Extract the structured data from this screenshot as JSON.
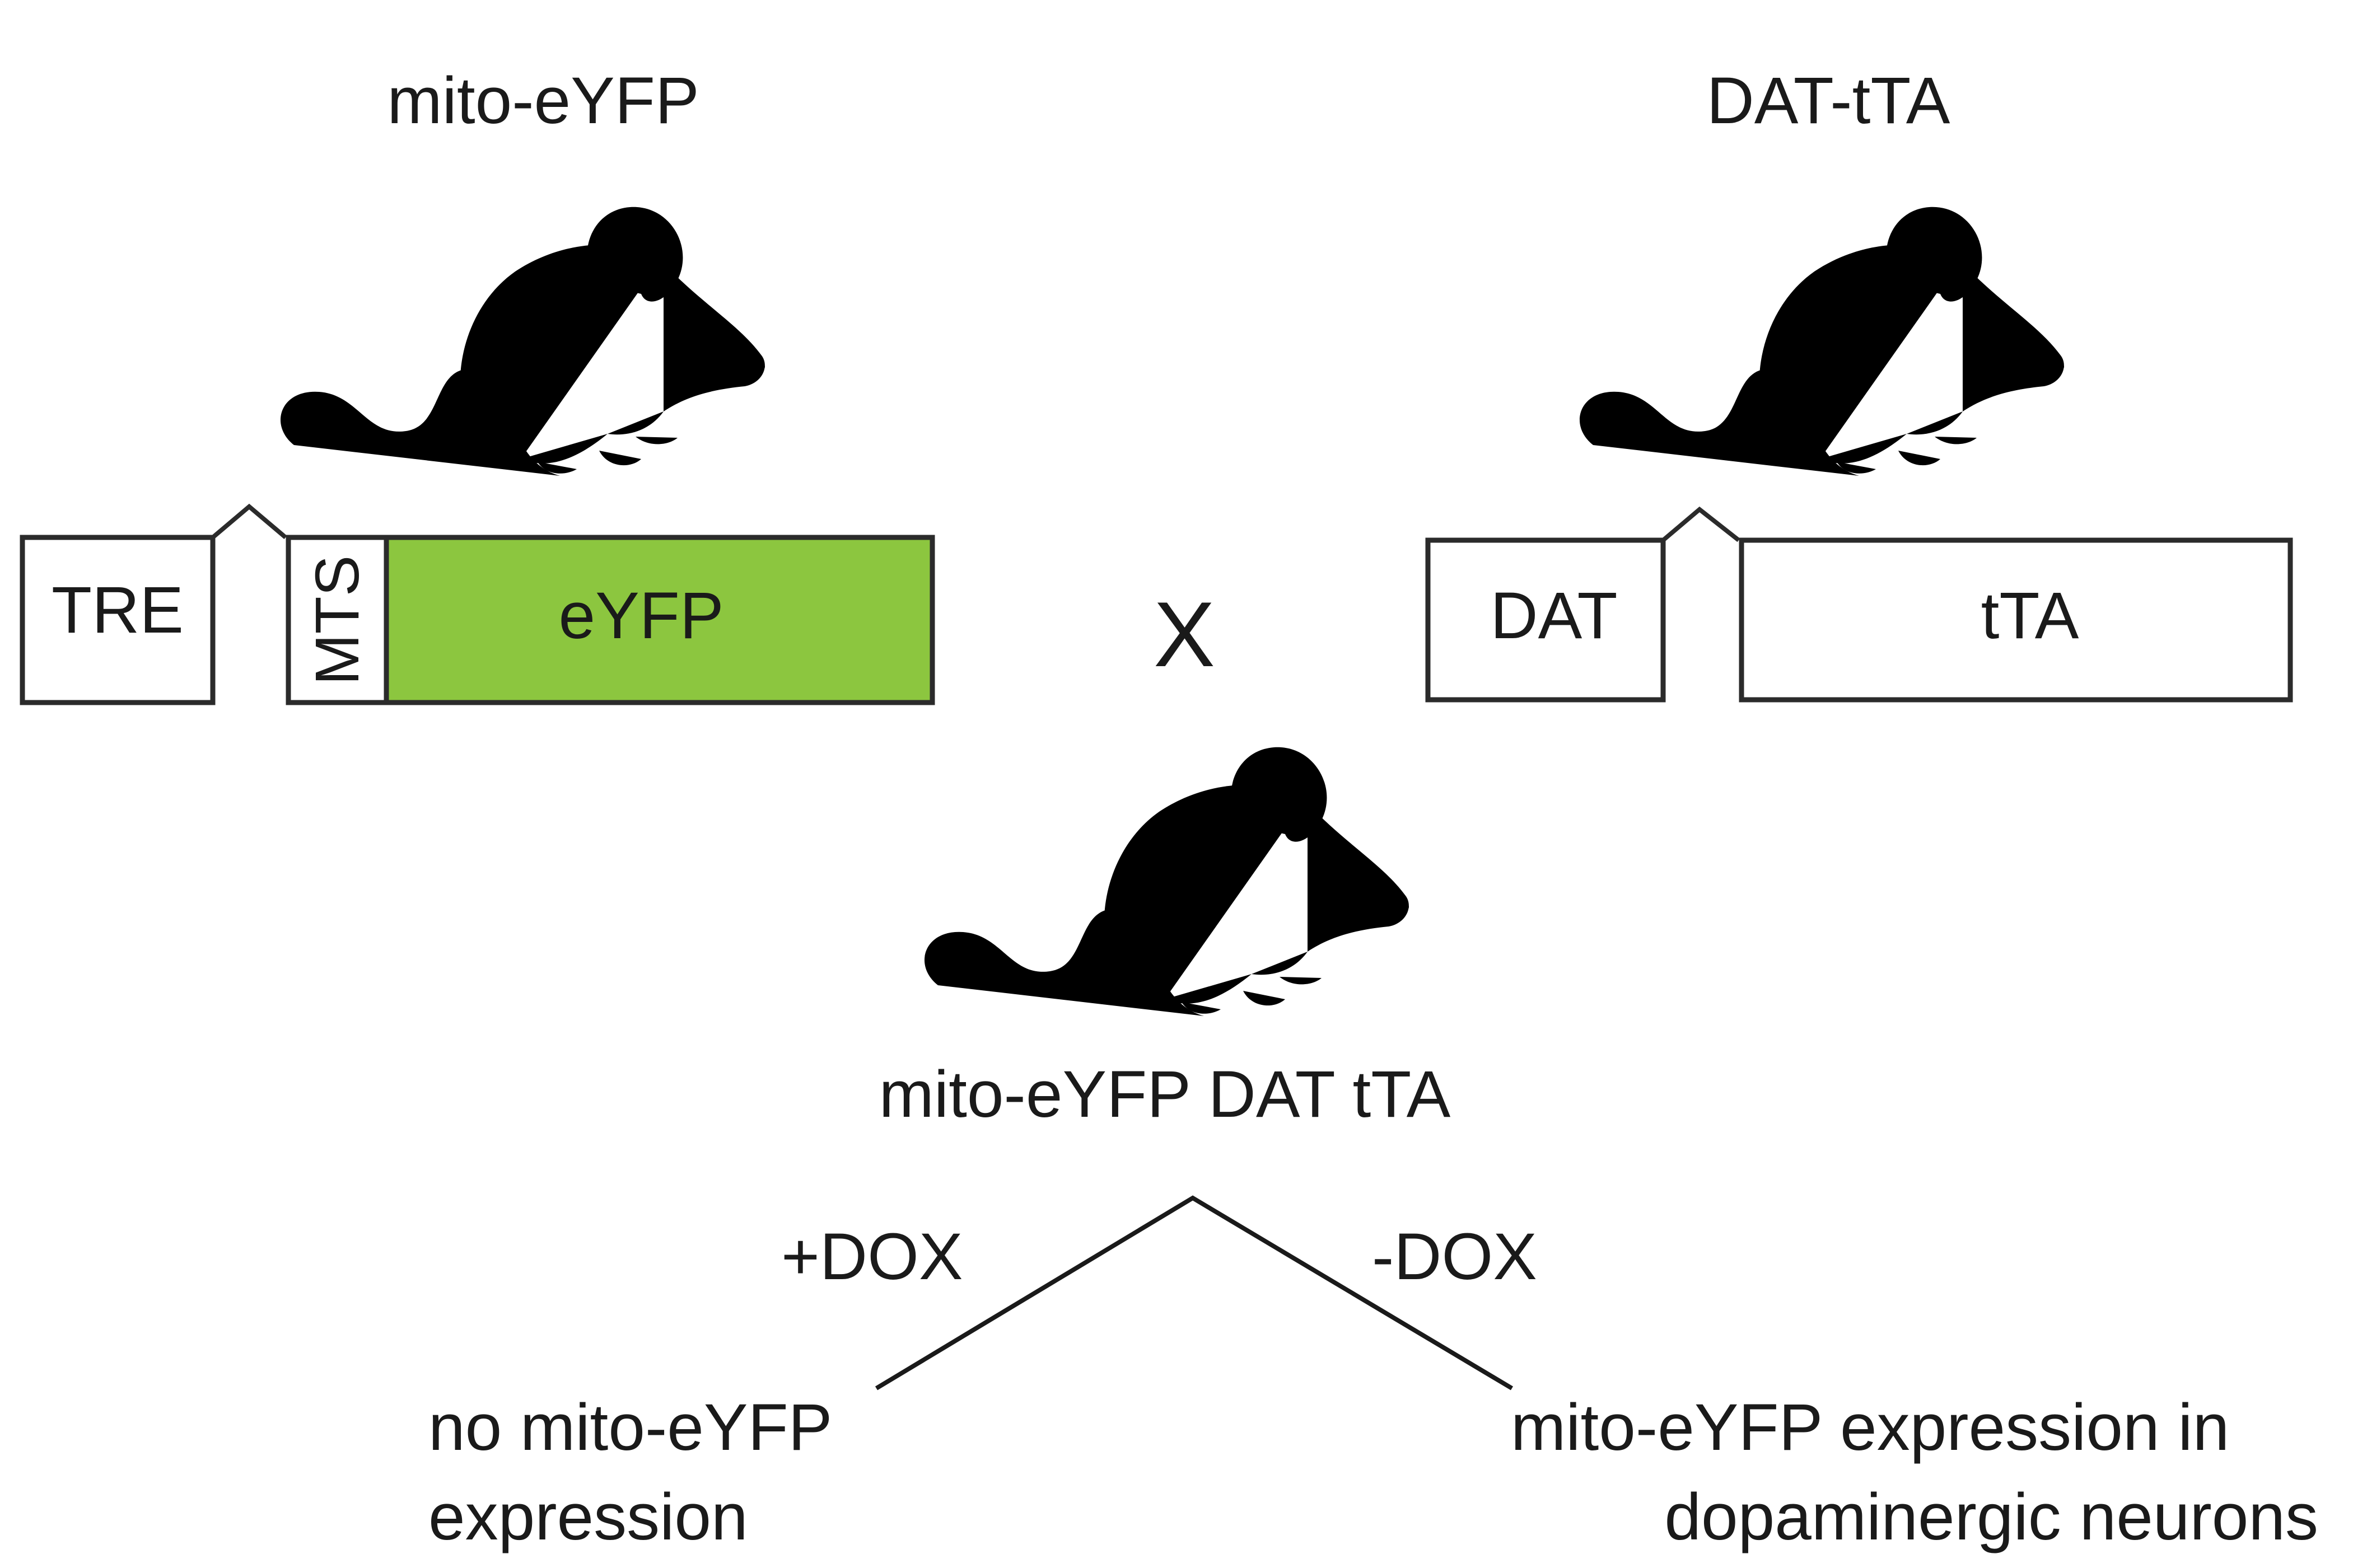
{
  "parent_left": {
    "title": "mito-eYFP",
    "construct": [
      "TRE",
      "MTS",
      "eYFP"
    ]
  },
  "parent_right": {
    "title": "DAT-tTA",
    "construct": [
      "DAT",
      "tTA"
    ]
  },
  "cross_symbol": "X",
  "offspring": {
    "title": "mito-eYFP DAT tTA"
  },
  "branches": {
    "plus_dox": "+DOX",
    "minus_dox": "-DOX",
    "plus_outcome_line1": "no mito-eYFP",
    "plus_outcome_line2": "expression",
    "minus_outcome_line1": "mito-eYFP expression in",
    "minus_outcome_line2": "dopaminergic neurons"
  },
  "colors": {
    "eyfp_fill": "#8cc63f",
    "outline": "#2b2b2b"
  },
  "icons": [
    "mouse-icon",
    "mouse-icon",
    "mouse-icon"
  ]
}
